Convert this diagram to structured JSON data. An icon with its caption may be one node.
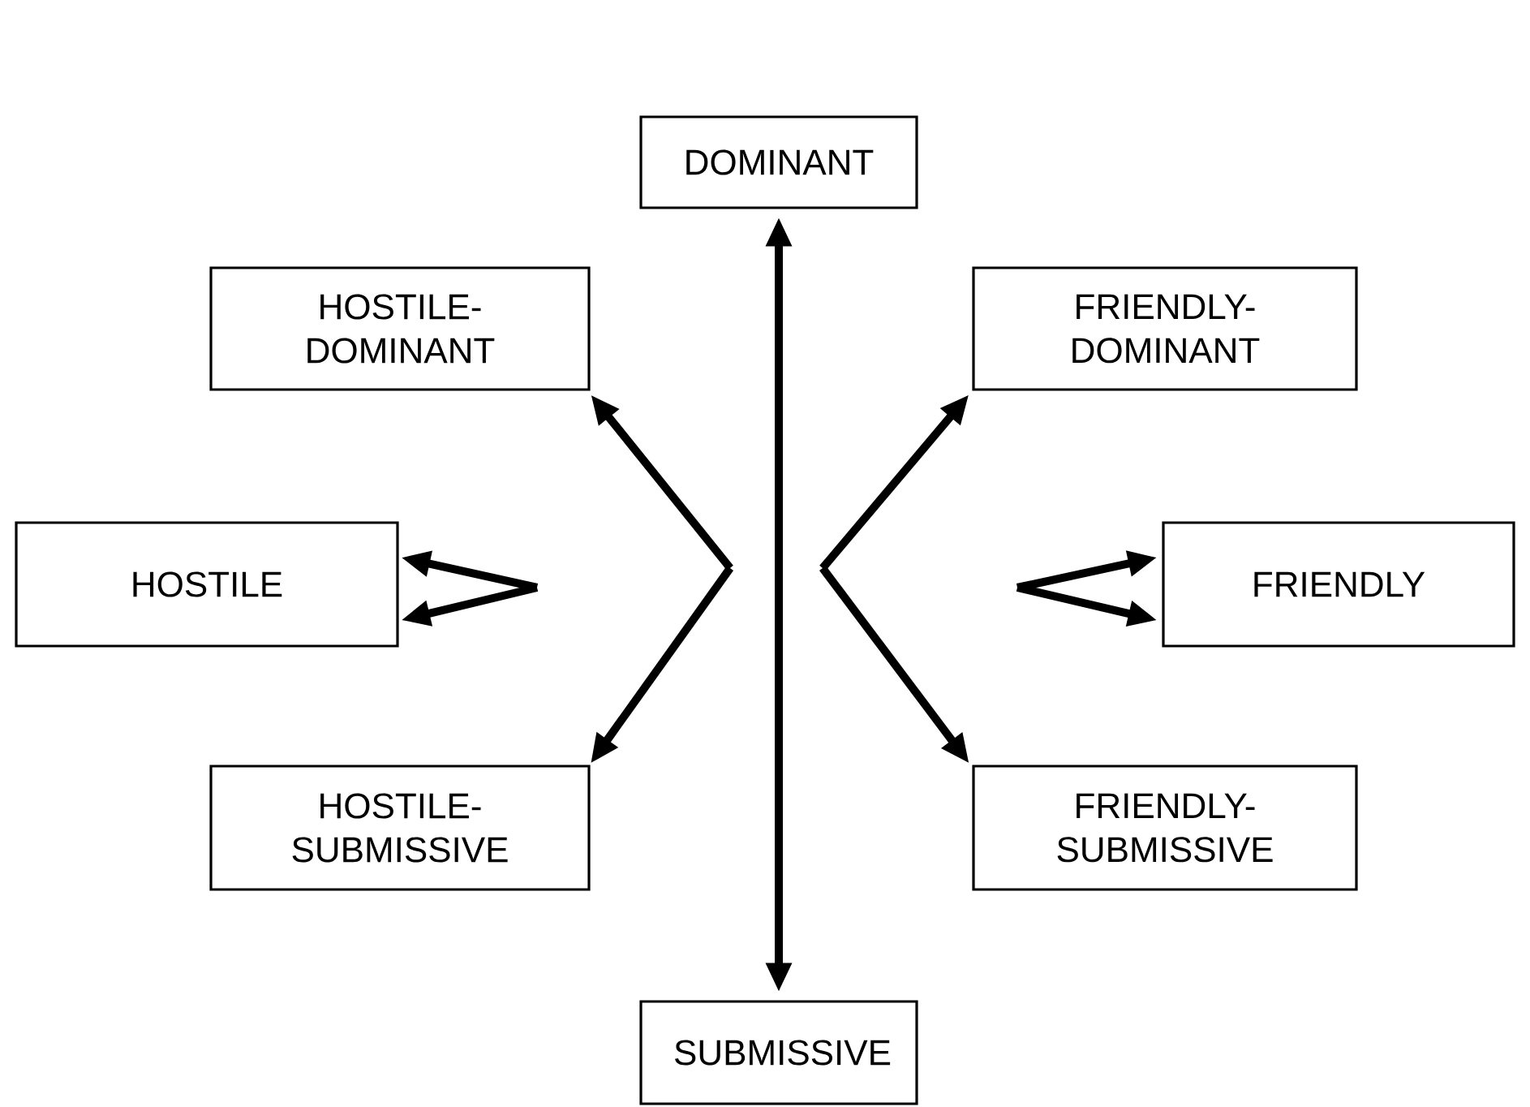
{
  "diagram": {
    "nodes": [
      {
        "text": [
          "DOMINANT"
        ]
      },
      {
        "text": [
          "HOSTILE-DOMINANT"
        ]
      },
      {
        "text": [
          "FRIENDLY-DOMINANT"
        ]
      },
      {
        "text": [
          "HOSTILE"
        ]
      },
      {
        "text": [
          "FRIENDLY"
        ]
      },
      {
        "text": [
          "HOSTILE-SUBMISSIVE"
        ]
      },
      {
        "text": [
          "FRIENDLY-SUBMISSIVE"
        ]
      },
      {
        "text": [
          "SUBMISSIVE"
        ]
      }
    ],
    "edges": [
      {
        "from": 0,
        "to": 7,
        "arrow": "both"
      },
      {
        "from": null,
        "to": 1,
        "arrow": "to"
      },
      {
        "from": null,
        "to": 5,
        "arrow": "to"
      },
      {
        "from": null,
        "to": 2,
        "arrow": "to"
      },
      {
        "from": null,
        "to": 6,
        "arrow": "to"
      },
      {
        "from": null,
        "to": 3,
        "arrow": "to"
      },
      {
        "from": null,
        "to": 3,
        "arrow": "to"
      },
      {
        "from": null,
        "to": 4,
        "arrow": "to"
      },
      {
        "from": null,
        "to": 4,
        "arrow": "to"
      }
    ]
  }
}
